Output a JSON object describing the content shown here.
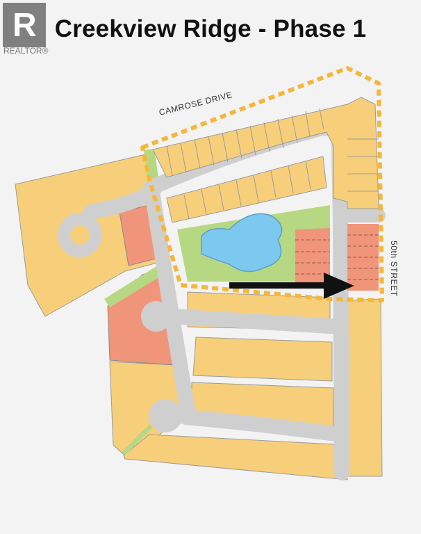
{
  "title": "Creekview Ridge - Phase 1",
  "branding": {
    "logo_letter": "R",
    "logo_text": "REALTOR®"
  },
  "streets": {
    "north": "CAMROSE DRIVE",
    "east": "50th STREET"
  },
  "colors": {
    "lot_yellow": "#f7cf7a",
    "lot_salmon": "#f1957a",
    "green_space": "#b7d883",
    "pond_blue": "#7cc8ef",
    "road_gray": "#cfcfcf",
    "phase_boundary": "#f4b73a",
    "arrow": "#111111"
  },
  "icons": {
    "logo": "realtor-r-logo",
    "arrow": "right-arrow-icon"
  }
}
